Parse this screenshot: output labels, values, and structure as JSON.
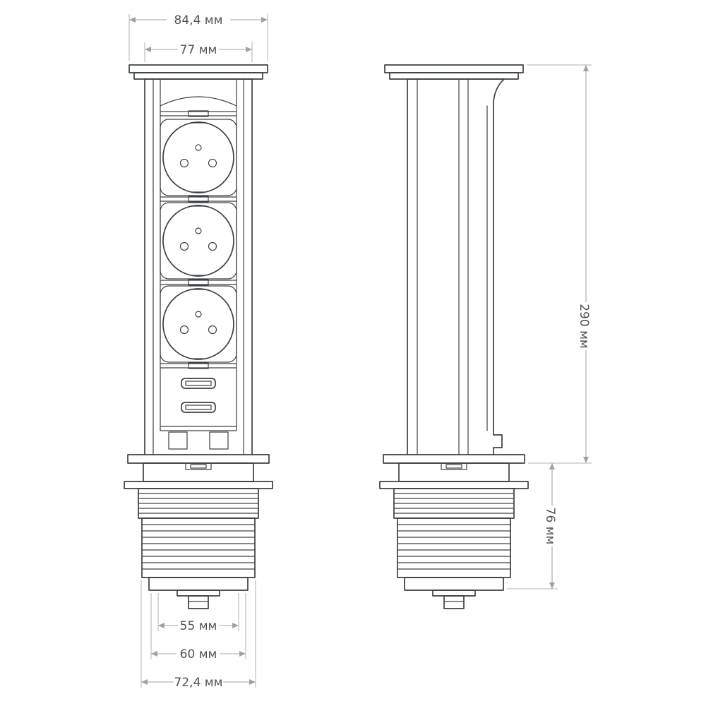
{
  "dimensions": {
    "top_outer_width": "84,4 мм",
    "top_inner_width": "77 мм",
    "overall_height": "290 мм",
    "below_surface_height": "76 мм",
    "bottom_inner_width": "55 мм",
    "bottom_middle_width": "60 мм",
    "bottom_outer_width": "72,4 мм"
  },
  "colors": {
    "background": "#ffffff",
    "part_line": "#3d4144",
    "dimension_line": "#a0a4a7",
    "label_text": "#4d5357"
  }
}
